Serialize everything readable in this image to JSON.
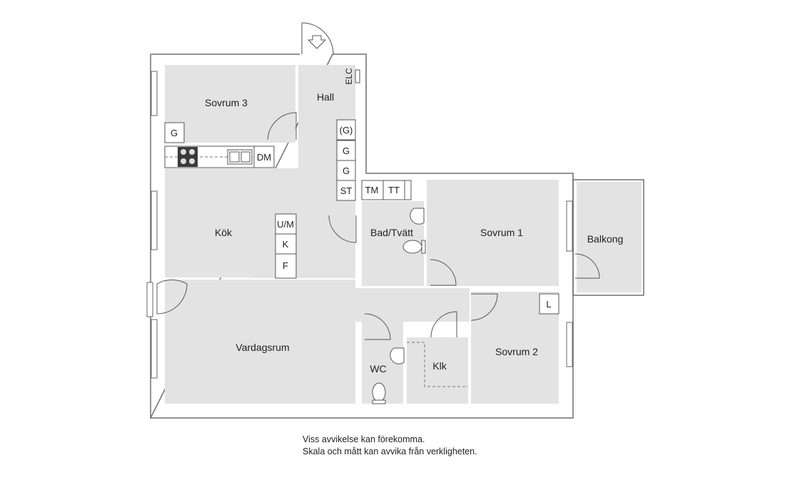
{
  "rooms": {
    "sovrum3": "Sovrum 3",
    "hall": "Hall",
    "kok": "Kök",
    "bad": "Bad/Tvätt",
    "sovrum1": "Sovrum 1",
    "balkong": "Balkong",
    "vardagsrum": "Vardagsrum",
    "wc": "WC",
    "klk": "Klk",
    "sovrum2": "Sovrum 2"
  },
  "fixtures": {
    "elc": "ELC",
    "g_paren": "(G)",
    "g": "G",
    "st": "ST",
    "tm": "TM",
    "tt": "TT",
    "dm": "DM",
    "um": "U/M",
    "k": "K",
    "f": "F",
    "l": "L"
  },
  "notes": {
    "line1": "Viss avvikelse kan förekomma.",
    "line2": "Skala och mått kan avvika från verkligheten."
  }
}
